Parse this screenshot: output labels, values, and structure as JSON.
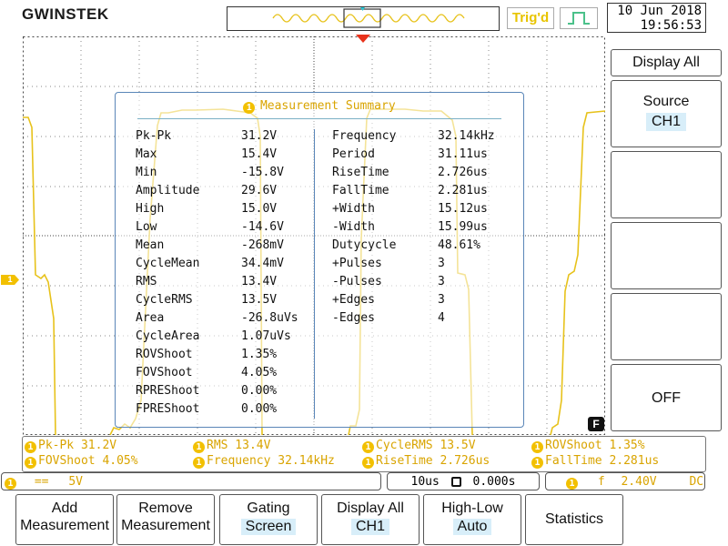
{
  "header": {
    "brand": "GWINSTEK",
    "trigger_status": "Trig'd",
    "date": "10 Jun 2018",
    "time": "19:56:53"
  },
  "channel": {
    "marker": "1",
    "color": "#e7c21b"
  },
  "summary": {
    "title": "Measurement Summary",
    "left": [
      {
        "name": "Pk-Pk",
        "value": "31.2V"
      },
      {
        "name": "Max",
        "value": "15.4V"
      },
      {
        "name": "Min",
        "value": "-15.8V"
      },
      {
        "name": "Amplitude",
        "value": "29.6V"
      },
      {
        "name": "High",
        "value": "15.0V"
      },
      {
        "name": "Low",
        "value": "-14.6V"
      },
      {
        "name": "Mean",
        "value": "-268mV"
      },
      {
        "name": "CycleMean",
        "value": "34.4mV"
      },
      {
        "name": "RMS",
        "value": "13.4V"
      },
      {
        "name": "CycleRMS",
        "value": "13.5V"
      },
      {
        "name": "Area",
        "value": "-26.8uVs"
      },
      {
        "name": "CycleArea",
        "value": "1.07uVs"
      },
      {
        "name": "ROVShoot",
        "value": "1.35%"
      },
      {
        "name": "FOVShoot",
        "value": "4.05%"
      },
      {
        "name": "RPREShoot",
        "value": "0.00%"
      },
      {
        "name": "FPREShoot",
        "value": "0.00%"
      }
    ],
    "right": [
      {
        "name": "Frequency",
        "value": "32.14kHz"
      },
      {
        "name": "Period",
        "value": "31.11us"
      },
      {
        "name": "RiseTime",
        "value": "2.726us"
      },
      {
        "name": "FallTime",
        "value": "2.281us"
      },
      {
        "name": "+Width",
        "value": "15.12us"
      },
      {
        "name": "-Width",
        "value": "15.99us"
      },
      {
        "name": "Dutycycle",
        "value": "48.61%"
      },
      {
        "name": "+Pulses",
        "value": "3"
      },
      {
        "name": "-Pulses",
        "value": "3"
      },
      {
        "name": "+Edges",
        "value": "3"
      },
      {
        "name": "-Edges",
        "value": "4"
      }
    ]
  },
  "side_menu": {
    "display_all": "Display All",
    "source_label": "Source",
    "source_value": "CH1",
    "off_label": "OFF",
    "footer_key": "F"
  },
  "measure_strip": [
    "Pk-Pk 31.2V",
    "RMS 13.4V",
    "CycleRMS 13.5V",
    "ROVShoot 1.35%",
    "FOVShoot 4.05%",
    "Frequency 32.14kHz",
    "RiseTime 2.726us",
    "FallTime 2.281us"
  ],
  "status": {
    "ch_badge": "1",
    "coupling": "==",
    "scale": "5V",
    "timebase": "10us",
    "delay": "0.000s",
    "trig_badge": "1",
    "trig_slope": "f",
    "trig_level": "2.40V",
    "trig_coupling": "DC"
  },
  "bottom_menu": [
    {
      "l1": "Add",
      "l2": "Measurement"
    },
    {
      "l1": "Remove",
      "l2": "Measurement"
    },
    {
      "l1": "Gating",
      "l2": "Screen"
    },
    {
      "l1": "Display All",
      "l2": "CH1"
    },
    {
      "l1": "High-Low",
      "l2": "Auto"
    },
    {
      "l1": "Statistics",
      "l2": ""
    }
  ]
}
